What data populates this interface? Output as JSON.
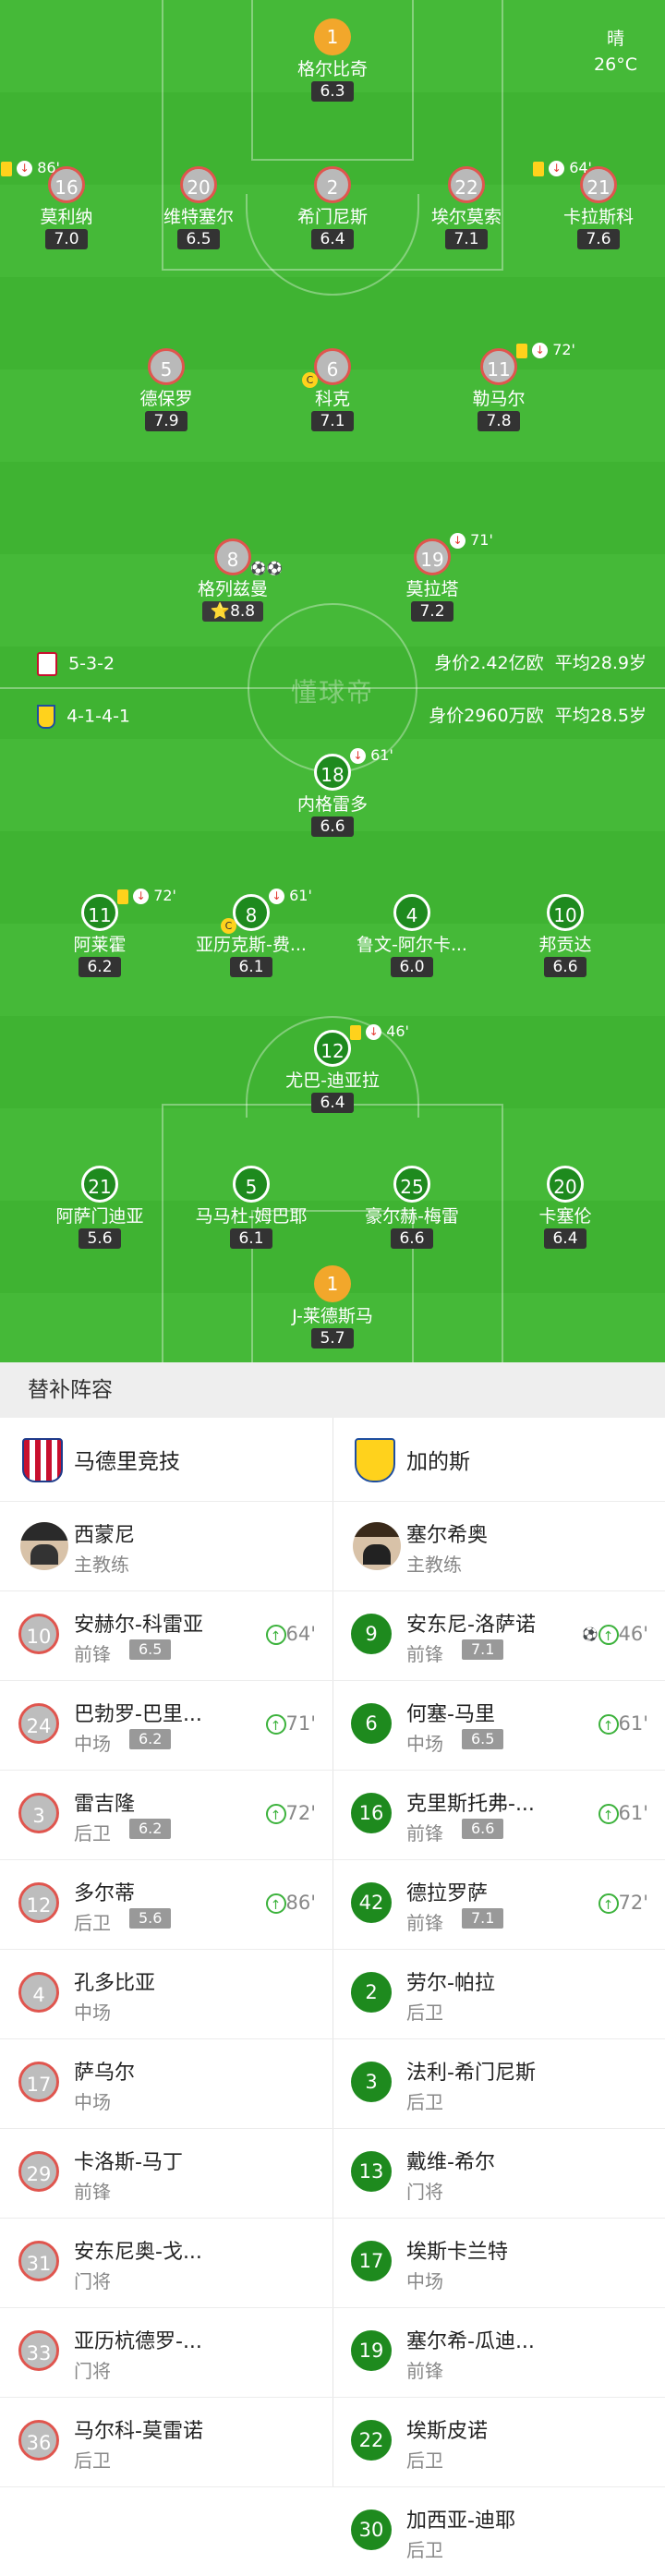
{
  "weather": {
    "condition": "晴",
    "temperature": "26°C"
  },
  "home": {
    "formation": "5-3-2",
    "value": "身价2.42亿欧",
    "avg_age": "平均28.9岁",
    "name": "马德里竞技",
    "players": [
      {
        "num": "1",
        "name": "格尔比奇",
        "rating": "6.3"
      },
      {
        "num": "16",
        "name": "莫利纳",
        "rating": "7.0",
        "event": "86'"
      },
      {
        "num": "20",
        "name": "维特塞尔",
        "rating": "6.5"
      },
      {
        "num": "2",
        "name": "希门尼斯",
        "rating": "6.4"
      },
      {
        "num": "22",
        "name": "埃尔莫索",
        "rating": "7.1"
      },
      {
        "num": "21",
        "name": "卡拉斯科",
        "rating": "7.6",
        "event": "64'"
      },
      {
        "num": "5",
        "name": "德保罗",
        "rating": "7.9"
      },
      {
        "num": "6",
        "name": "科克",
        "rating": "7.1"
      },
      {
        "num": "11",
        "name": "勒马尔",
        "rating": "7.8",
        "event": "72'"
      },
      {
        "num": "8",
        "name": "格列兹曼",
        "rating": "8.8"
      },
      {
        "num": "19",
        "name": "莫拉塔",
        "rating": "7.2",
        "event": "71'"
      }
    ],
    "coach": {
      "name": "西蒙尼",
      "role": "主教练"
    },
    "subs": [
      {
        "num": "10",
        "name": "安赫尔-科雷亚",
        "pos": "前锋",
        "rating": "6.5",
        "minute": "64'"
      },
      {
        "num": "24",
        "name": "巴勃罗-巴里...",
        "pos": "中场",
        "rating": "6.2",
        "minute": "71'"
      },
      {
        "num": "3",
        "name": "雷吉隆",
        "pos": "后卫",
        "rating": "6.2",
        "minute": "72'"
      },
      {
        "num": "12",
        "name": "多尔蒂",
        "pos": "后卫",
        "rating": "5.6",
        "minute": "86'"
      },
      {
        "num": "4",
        "name": "孔多比亚",
        "pos": "中场"
      },
      {
        "num": "17",
        "name": "萨乌尔",
        "pos": "中场"
      },
      {
        "num": "29",
        "name": "卡洛斯-马丁",
        "pos": "前锋"
      },
      {
        "num": "31",
        "name": "安东尼奥-戈...",
        "pos": "门将"
      },
      {
        "num": "33",
        "name": "亚历杭德罗-...",
        "pos": "门将"
      },
      {
        "num": "36",
        "name": "马尔科-莫雷诺",
        "pos": "后卫"
      }
    ]
  },
  "away": {
    "formation": "4-1-4-1",
    "value": "身价2960万欧",
    "avg_age": "平均28.5岁",
    "name": "加的斯",
    "players": [
      {
        "num": "18",
        "name": "内格雷多",
        "rating": "6.6",
        "event": "61'"
      },
      {
        "num": "11",
        "name": "阿莱霍",
        "rating": "6.2",
        "event": "72'"
      },
      {
        "num": "8",
        "name": "亚历克斯-费...",
        "rating": "6.1",
        "event": "61'"
      },
      {
        "num": "4",
        "name": "鲁文-阿尔卡...",
        "rating": "6.0"
      },
      {
        "num": "10",
        "name": "邦贡达",
        "rating": "6.6"
      },
      {
        "num": "12",
        "name": "尤巴-迪亚拉",
        "rating": "6.4",
        "event": "46'"
      },
      {
        "num": "21",
        "name": "阿萨门迪亚",
        "rating": "5.6"
      },
      {
        "num": "5",
        "name": "马马杜-姆巴耶",
        "rating": "6.1"
      },
      {
        "num": "25",
        "name": "豪尔赫-梅雷",
        "rating": "6.6"
      },
      {
        "num": "20",
        "name": "卡塞伦",
        "rating": "6.4"
      },
      {
        "num": "1",
        "name": "J-莱德斯马",
        "rating": "5.7"
      }
    ],
    "coach": {
      "name": "塞尔希奥",
      "role": "主教练"
    },
    "subs": [
      {
        "num": "9",
        "name": "安东尼-洛萨诺",
        "pos": "前锋",
        "rating": "7.1",
        "minute": "46'"
      },
      {
        "num": "6",
        "name": "何塞-马里",
        "pos": "中场",
        "rating": "6.5",
        "minute": "61'"
      },
      {
        "num": "16",
        "name": "克里斯托弗-...",
        "pos": "前锋",
        "rating": "6.6",
        "minute": "61'"
      },
      {
        "num": "42",
        "name": "德拉罗萨",
        "pos": "前锋",
        "rating": "7.1",
        "minute": "72'"
      },
      {
        "num": "2",
        "name": "劳尔-帕拉",
        "pos": "后卫"
      },
      {
        "num": "3",
        "name": "法利-希门尼斯",
        "pos": "后卫"
      },
      {
        "num": "13",
        "name": "戴维-希尔",
        "pos": "门将"
      },
      {
        "num": "17",
        "name": "埃斯卡兰特",
        "pos": "中场"
      },
      {
        "num": "19",
        "name": "塞尔希-瓜迪...",
        "pos": "前锋"
      },
      {
        "num": "22",
        "name": "埃斯皮诺",
        "pos": "后卫"
      },
      {
        "num": "30",
        "name": "加西亚-迪耶",
        "pos": "后卫"
      }
    ]
  },
  "subs_title": "替补阵容",
  "watermark": "懂球帝",
  "captain_mark": "C",
  "icons": {
    "sub_out": "sub-out-icon",
    "sub_in": "arrow-up-icon",
    "goal": "soccer-ball-icon"
  },
  "colors": {
    "pitch": "#3fb332",
    "home_ring": "#e0554e",
    "away_fill": "#1e8a1e",
    "gk_fill": "#f2a72b"
  }
}
